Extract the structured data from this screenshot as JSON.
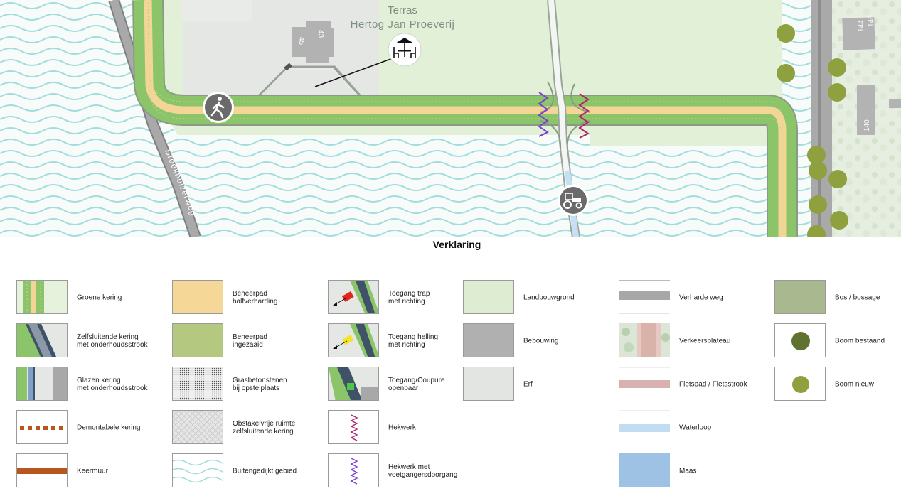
{
  "map": {
    "terrace_line1": "Terras",
    "terrace_line2": "Hertog Jan Proeverij",
    "road_label": "Broekhuizerweg",
    "house_numbers": [
      "45",
      "43",
      "144",
      "146",
      "140"
    ]
  },
  "legend": {
    "title": "Verklaring",
    "items": [
      {
        "label": "Groene kering"
      },
      {
        "label": "Zelfsluitende kering\nmet onderhoudsstrook"
      },
      {
        "label": "Glazen kering\nmet onderhoudsstrook"
      },
      {
        "label": "Demontabele kering"
      },
      {
        "label": "Keermuur"
      },
      {
        "label": "Beheerpad\nhalfverharding"
      },
      {
        "label": "Beheerpad\ningezaaid"
      },
      {
        "label": "Grasbetonstenen\nbij opstelplaats"
      },
      {
        "label": "Obstakelvrije ruimte\nzelfsluitende kering"
      },
      {
        "label": "Buitengedijkt gebied"
      },
      {
        "label": "Toegang trap\nmet richting"
      },
      {
        "label": "Toegang helling\nmet richting"
      },
      {
        "label": "Toegang/Coupure\nopenbaar"
      },
      {
        "label": "Hekwerk"
      },
      {
        "label": "Hekwerk met\nvoetgangersdoorgang"
      },
      {
        "label": "Landbouwgrond"
      },
      {
        "label": "Bebouwing"
      },
      {
        "label": "Erf"
      },
      {
        "label": "Verharde weg"
      },
      {
        "label": "Verkeersplateau"
      },
      {
        "label": "Fietspad / Fietsstrook"
      },
      {
        "label": "Waterloop"
      },
      {
        "label": "Maas"
      },
      {
        "label": "Bos / bossage"
      },
      {
        "label": "Boom bestaand"
      },
      {
        "label": "Boom nieuw"
      }
    ]
  },
  "colors": {
    "green_dike": "#8cc46a",
    "path_sand": "#f5d797",
    "path_green": "#b4c97f",
    "farmland": "#deedd1",
    "building": "#b0b0b0",
    "yard": "#e3e5e3",
    "road": "#a7a7a7",
    "bike": "#d8b2ae",
    "water": "#c2dcf2",
    "maas": "#9ec2e4",
    "forest": "#aab88f",
    "tree_existing": "#5f722f",
    "tree_new": "#8fa03e",
    "wave": "#9fdede",
    "fence_red": "#b0246a",
    "fence_purple": "#7b3fd0"
  },
  "icons": [
    "walker-icon",
    "terrace-icon",
    "tractor-icon"
  ]
}
